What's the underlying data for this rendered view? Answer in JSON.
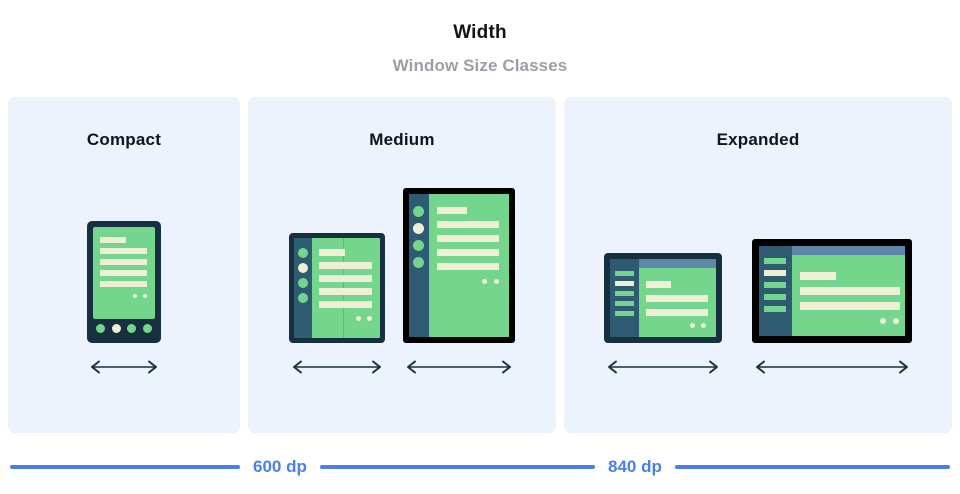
{
  "header": {
    "title": "Width",
    "subtitle": "Window Size Classes"
  },
  "colors": {
    "background": "#ffffff",
    "panel": "#ecf3fd",
    "accent_blue": "#4b7fe8",
    "device_frame_dark": "#17303f",
    "device_frame_black": "#000000",
    "screen_green": "#74d68d",
    "content_cream": "#efefd5",
    "sidebar_blue": "#2e5a72",
    "topbar_blue": "#5c87a6",
    "title_text": "#111418",
    "subtitle_text": "#9aa0a6"
  },
  "panels": [
    {
      "key": "compact",
      "label": "Compact",
      "devices": [
        {
          "name": "phone",
          "arrow_label": "width-arrow"
        }
      ]
    },
    {
      "key": "medium",
      "label": "Medium",
      "devices": [
        {
          "name": "foldable",
          "arrow_label": "width-arrow"
        },
        {
          "name": "tablet-portrait",
          "arrow_label": "width-arrow"
        }
      ]
    },
    {
      "key": "expanded",
      "label": "Expanded",
      "devices": [
        {
          "name": "laptop",
          "arrow_label": "width-arrow"
        },
        {
          "name": "tablet-landscape",
          "arrow_label": "width-arrow"
        }
      ]
    }
  ],
  "scale": {
    "breakpoints": [
      {
        "value": "600 dp"
      },
      {
        "value": "840 dp"
      }
    ]
  },
  "icons": {
    "double_arrow": "double-headed-arrow-icon"
  }
}
